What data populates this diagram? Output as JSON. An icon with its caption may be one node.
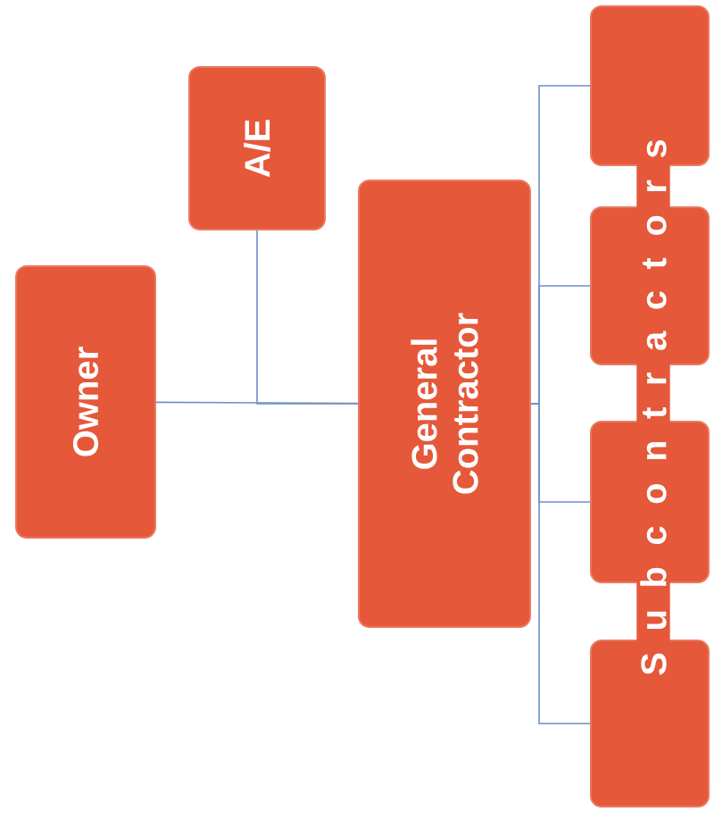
{
  "diagram": {
    "nodes": [
      {
        "text": [
          "Owner"
        ]
      },
      {
        "text": [
          "A/E"
        ]
      },
      {
        "text": [
          "General Contractor"
        ]
      },
      {
        "text": [],
        "shape": "box"
      },
      {
        "text": [],
        "shape": "box"
      },
      {
        "text": [],
        "shape": "box"
      },
      {
        "text": [],
        "shape": "box"
      }
    ],
    "edges": [
      {
        "from": 0,
        "to": 2,
        "arrow": "none"
      },
      {
        "from": 1,
        "to": 2,
        "arrow": "none"
      },
      {
        "from": 2,
        "to": 3,
        "arrow": "none"
      },
      {
        "from": 2,
        "to": 4,
        "arrow": "none"
      },
      {
        "from": 2,
        "to": 5,
        "arrow": "none"
      },
      {
        "from": 2,
        "to": 6,
        "arrow": "none"
      }
    ],
    "labels": [
      "S u b c o n t r a c t o r s"
    ]
  }
}
